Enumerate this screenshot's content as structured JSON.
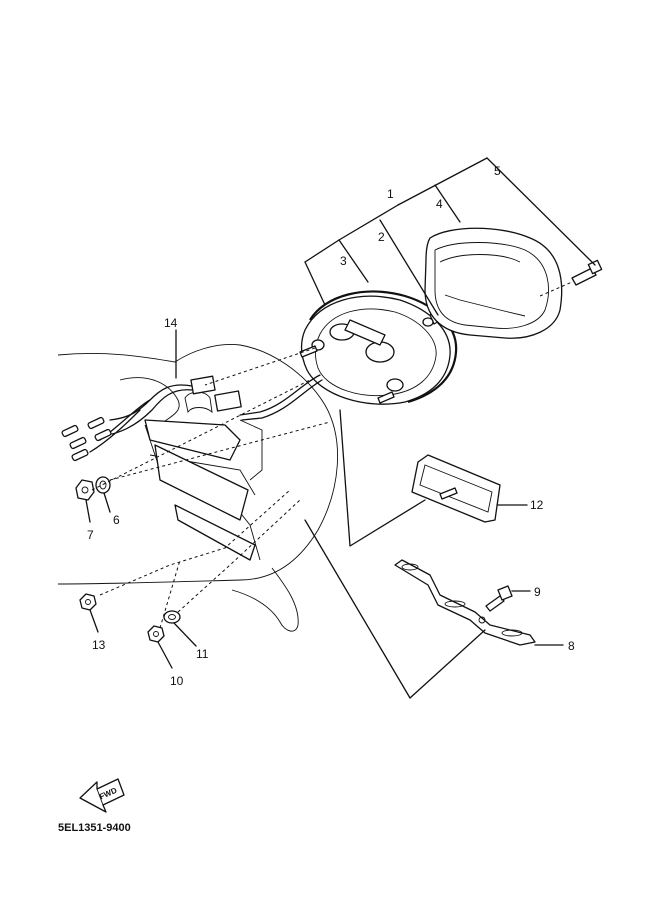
{
  "diagram": {
    "callouts": [
      {
        "id": "c1",
        "text": "1"
      },
      {
        "id": "c2",
        "text": "2"
      },
      {
        "id": "c3",
        "text": "3"
      },
      {
        "id": "c4",
        "text": "4"
      },
      {
        "id": "c5",
        "text": "5"
      },
      {
        "id": "c6",
        "text": "6"
      },
      {
        "id": "c7",
        "text": "7"
      },
      {
        "id": "c8",
        "text": "8"
      },
      {
        "id": "c9",
        "text": "9"
      },
      {
        "id": "c10",
        "text": "10"
      },
      {
        "id": "c11",
        "text": "11"
      },
      {
        "id": "c12",
        "text": "12"
      },
      {
        "id": "c13",
        "text": "13"
      },
      {
        "id": "c14",
        "text": "14"
      }
    ],
    "fwd_label": "FWD",
    "drawing_code": "5EL1351-9400"
  }
}
